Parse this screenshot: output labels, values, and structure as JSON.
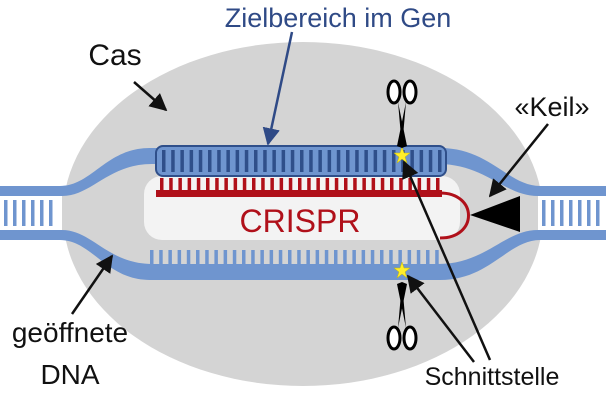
{
  "labels": {
    "target": "Zielbereich im Gen",
    "cas": "Cas",
    "wedge": "«Keil»",
    "crispr": "CRISPR",
    "opened_dna_line1": "geöffnete",
    "opened_dna_line2": "DNA",
    "cut_site": "Schnittstelle"
  },
  "icons": [
    "scissors-icon",
    "scissors-icon",
    "cut-star-icon",
    "cut-star-icon"
  ],
  "colors": {
    "dna_blue": "#6f95cf",
    "dna_dark_blue": "#2f4f8a",
    "crispr_red": "#b0101a",
    "cas_gray": "#d4d4d4",
    "label_blue": "#2f4a86",
    "star_yellow": "#ffef2a"
  }
}
